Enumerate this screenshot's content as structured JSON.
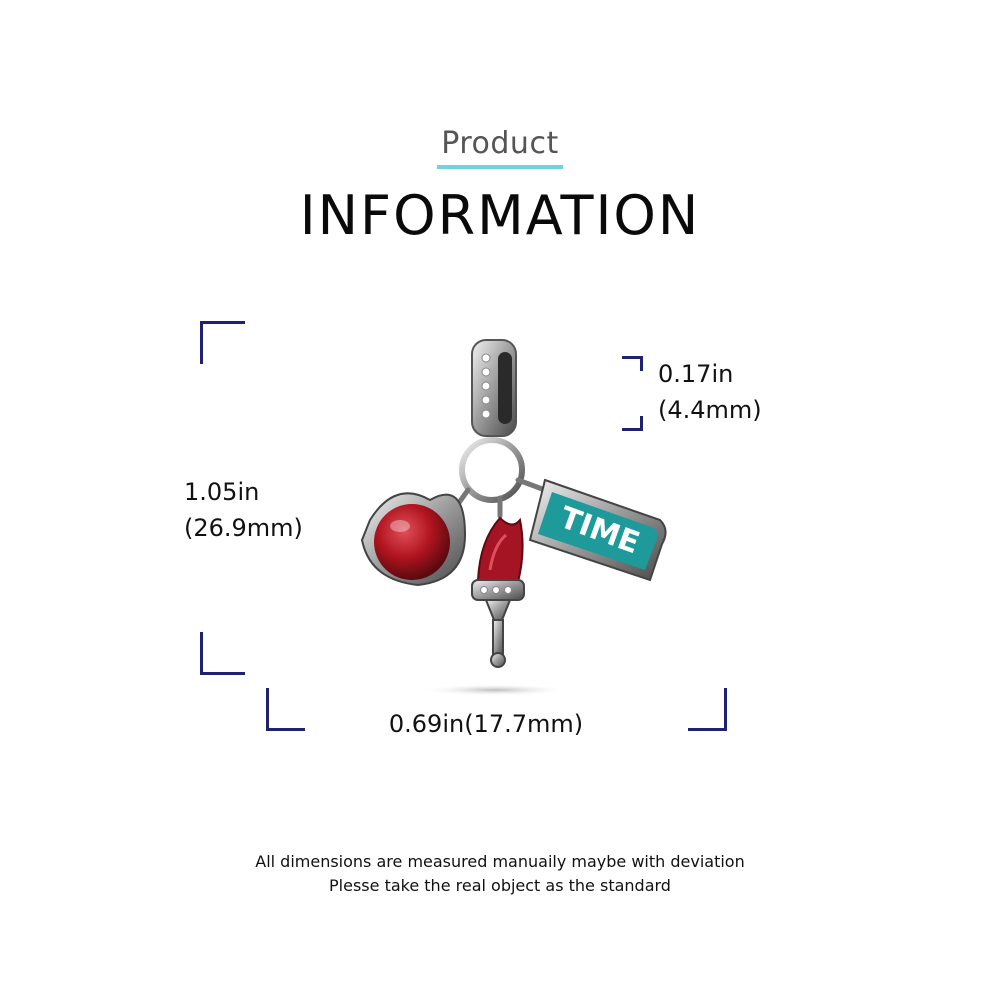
{
  "header": {
    "subtitle": "Product",
    "title": "INFORMATION"
  },
  "dimensions": {
    "height_in": "1.05in",
    "height_mm": "(26.9mm)",
    "bail_in": "0.17in",
    "bail_mm": "(4.4mm)",
    "width": "0.69in(17.7mm)"
  },
  "product": {
    "tag_text": "TIME"
  },
  "notes": {
    "line1": "All dimensions are measured manuaily maybe with deviation",
    "line2": "Plesse take the real object as the standard"
  },
  "colors": {
    "accent_underline": "#6fd3e0",
    "bracket": "#1f2270",
    "enamel_teal": "#1e9a9a",
    "stone_red": "#b0141e"
  }
}
